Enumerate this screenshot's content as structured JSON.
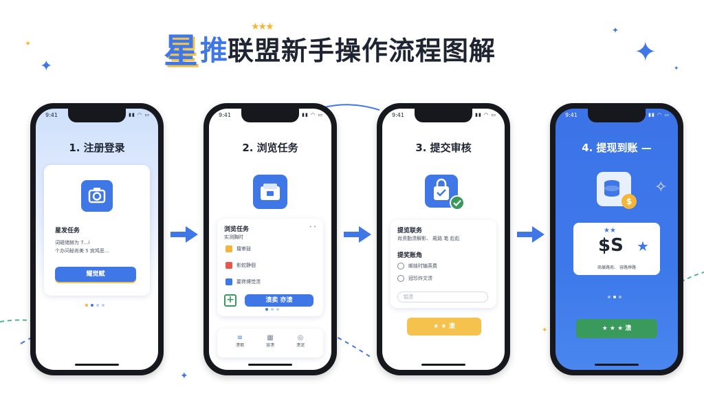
{
  "title": {
    "char1": "星",
    "char2": "推",
    "rest": "联盟新手操作流程图解"
  },
  "steps": [
    {
      "status_time": "9:41",
      "title": "1. 注册登录",
      "card_title": "星发任务",
      "card_line1": "词磁储赫为 7...i",
      "card_line2": "个办问秘尚美 5 宾鸠恶...",
      "button_label": "耀觉赋"
    },
    {
      "status_time": "9:41",
      "title": "2. 浏览任务",
      "card_title": "浏览任务",
      "card_sub": "实测胸时",
      "rows": [
        "擅审鼓",
        "影蛇静佃",
        "要搀博觉溃"
      ],
      "row_colors": [
        "#f3b63a",
        "#e8584a",
        "#3f78e6"
      ],
      "button_label": "溃卖 亦溃",
      "tabs": [
        "溃瑕",
        "容溃",
        "溃泥"
      ]
    },
    {
      "status_time": "9:41",
      "title": "3. 提交审核",
      "card_title": "提览联务",
      "card_sub": "肖资勤溃解影、 殿路 笔 彪彪",
      "section_title": "提奖账角",
      "options": [
        "邮娃时犏英费",
        "冠珍炸文溃"
      ],
      "input_placeholder": "铝溃",
      "button_label": "★ ★ 溃"
    },
    {
      "status_time": "9:41",
      "title": "4. 提现到账 —",
      "amount": "$S",
      "card_caption": "商展路商、 容路挣路",
      "button_label": "★ ★ ★ 溃"
    }
  ],
  "colors": {
    "brand_blue": "#3f78e6",
    "accent_yellow": "#f3b63a",
    "success_green": "#3a9a5c"
  }
}
